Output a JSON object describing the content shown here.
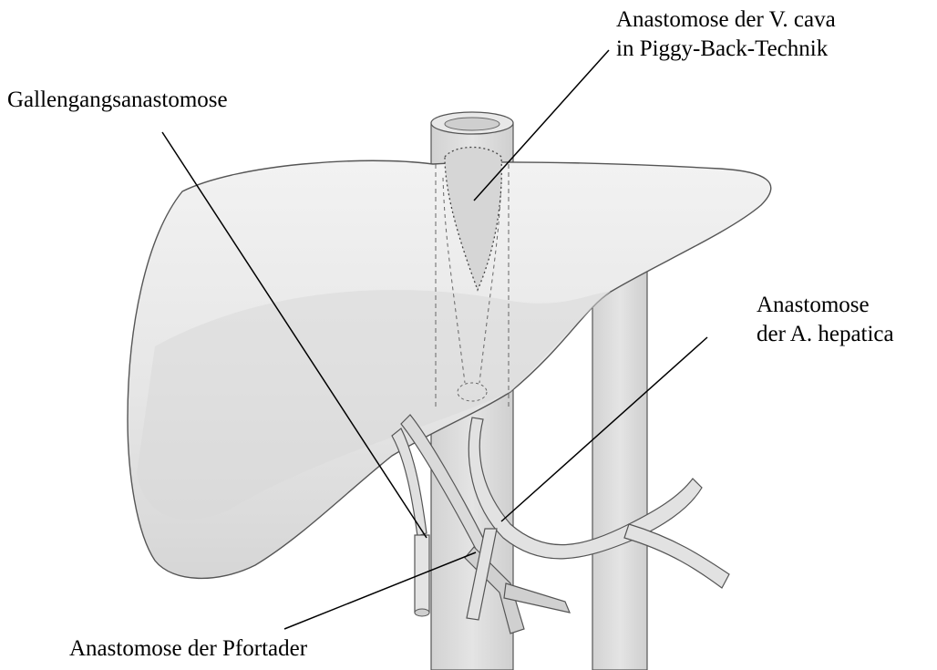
{
  "labels": {
    "v_cava_line1": "Anastomose der V. cava",
    "v_cava_line2": "in Piggy-Back-Technik",
    "gallengang": "Gallengangsanastomose",
    "a_hepatica_line1": "Anastomose",
    "a_hepatica_line2": "der A. hepatica",
    "pfortader": "Anastomose der Pfortader"
  },
  "colors": {
    "organ_fill": "#ececec",
    "organ_shadow": "#d4d4d4",
    "vessel_fill": "#dcdcdc",
    "outline": "#555555",
    "leader_line": "#000000"
  }
}
